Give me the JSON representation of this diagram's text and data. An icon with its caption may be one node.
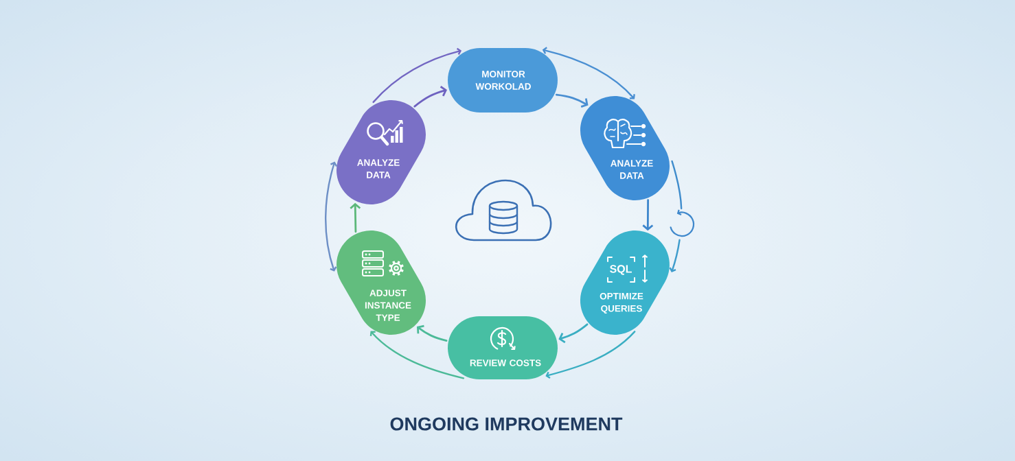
{
  "diagram": {
    "caption": "ONGOING IMPROVEMENT",
    "nodes": [
      {
        "text": [
          "MONITOR WORKOLAD"
        ]
      },
      {
        "text": [
          "ANALYZE DATA"
        ]
      },
      {
        "text": [
          "SQL",
          "OPTIMIZE QUERIES"
        ]
      },
      {
        "text": [
          "REVIEW COSTS"
        ]
      },
      {
        "text": [
          "ADJUST INSTANCE TYPE"
        ]
      },
      {
        "text": [
          "ANALYZE DATA"
        ]
      },
      {
        "text": [],
        "shape": "picture"
      }
    ],
    "edges": [
      {
        "from": 5,
        "to": 0,
        "arrow": "to",
        "color": "#6e62c0"
      },
      {
        "from": 5,
        "to": 0,
        "arrow": "to",
        "color": "#7266c2"
      },
      {
        "from": 0,
        "to": 1,
        "arrow": "to",
        "color": "#4a8fd2"
      },
      {
        "from": 0,
        "to": 1,
        "arrow": "both",
        "color": "#4a8fd2"
      },
      {
        "from": 1,
        "to": 2,
        "arrow": "to",
        "color": "#3d86cc"
      },
      {
        "from": 1,
        "to": 6,
        "arrow": "none",
        "color": "#3f8ccc"
      },
      {
        "from": 6,
        "to": 2,
        "arrow": "to",
        "color": "#3f9ccc"
      },
      {
        "from": 2,
        "to": 3,
        "arrow": "to",
        "color": "#3aaec2"
      },
      {
        "from": 2,
        "to": 3,
        "arrow": "to",
        "color": "#3aaec2"
      },
      {
        "from": 3,
        "to": 4,
        "arrow": "to",
        "color": "#4cba98"
      },
      {
        "from": 3,
        "to": 4,
        "arrow": "to",
        "color": "#4cba98"
      },
      {
        "from": 4,
        "to": 5,
        "arrow": "to",
        "color": "#5cb87a"
      },
      {
        "from": 4,
        "to": 5,
        "arrow": "both",
        "color": "#6d8fc6"
      }
    ]
  }
}
